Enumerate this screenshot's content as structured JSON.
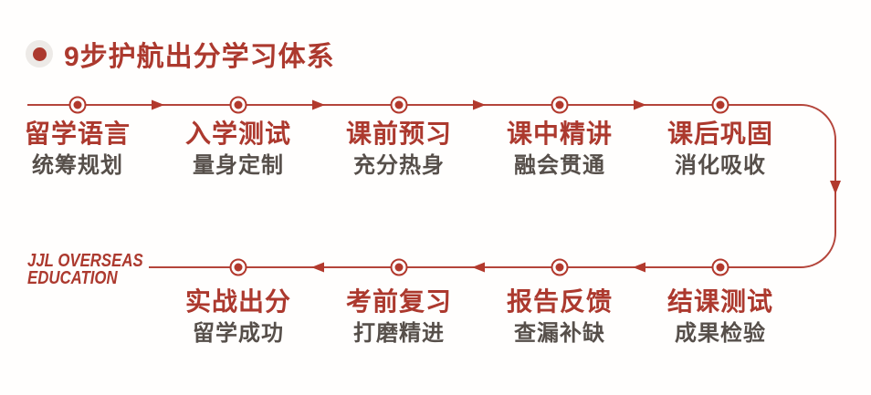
{
  "header": {
    "title": "9步护航出分学习体系"
  },
  "colors": {
    "accent_red": "#ac392e",
    "line_red": "#b4453b",
    "subtitle_gray": "#564f4a",
    "bullet_background": "#edeae7"
  },
  "flow": {
    "direction_note": "top row flows left-to-right, curves down on the right, bottom row flows right-to-left"
  },
  "steps_top": [
    {
      "title": "留学语言",
      "subtitle": "统筹规划"
    },
    {
      "title": "入学测试",
      "subtitle": "量身定制"
    },
    {
      "title": "课前预习",
      "subtitle": "充分热身"
    },
    {
      "title": "课中精讲",
      "subtitle": "融会贯通"
    },
    {
      "title": "课后巩固",
      "subtitle": "消化吸收"
    }
  ],
  "steps_bottom": [
    {
      "title": "实战出分",
      "subtitle": "留学成功"
    },
    {
      "title": "考前复习",
      "subtitle": "打磨精进"
    },
    {
      "title": "报告反馈",
      "subtitle": "查漏补缺"
    },
    {
      "title": "结课测试",
      "subtitle": "成果检验"
    }
  ],
  "logo": {
    "line1": "JJL OVERSEAS",
    "line2": "EDUCATION"
  }
}
